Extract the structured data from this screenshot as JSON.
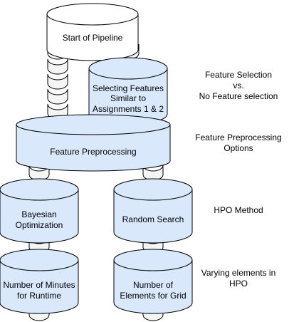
{
  "colors": {
    "node_fill": "#dae8fc",
    "start_fill": "#ffffff",
    "connector_fill": "#f5f5f5",
    "stroke": "#000000"
  },
  "nodes": {
    "start": {
      "lines": [
        "Start of Pipeline"
      ]
    },
    "selecting": {
      "lines": [
        "Selecting Features",
        "Similar to",
        "Assignments 1 & 2"
      ]
    },
    "preprocessing": {
      "lines": [
        "Feature Preprocessing"
      ]
    },
    "bayesian": {
      "lines": [
        "Bayesian",
        "Optimization"
      ]
    },
    "random": {
      "lines": [
        "Random Search"
      ]
    },
    "minutes": {
      "lines": [
        "Number of Minutes",
        "for Runtime"
      ]
    },
    "elements": {
      "lines": [
        "Number of",
        "Elements for Grid"
      ]
    }
  },
  "labels": {
    "selection": [
      "Feature Selection",
      "vs.",
      "No Feature selection"
    ],
    "preprocessing": [
      "Feature Preprocessing",
      "Options"
    ],
    "hpo": [
      "HPO Method"
    ],
    "varying": [
      "Varying elements in",
      "HPO"
    ]
  }
}
